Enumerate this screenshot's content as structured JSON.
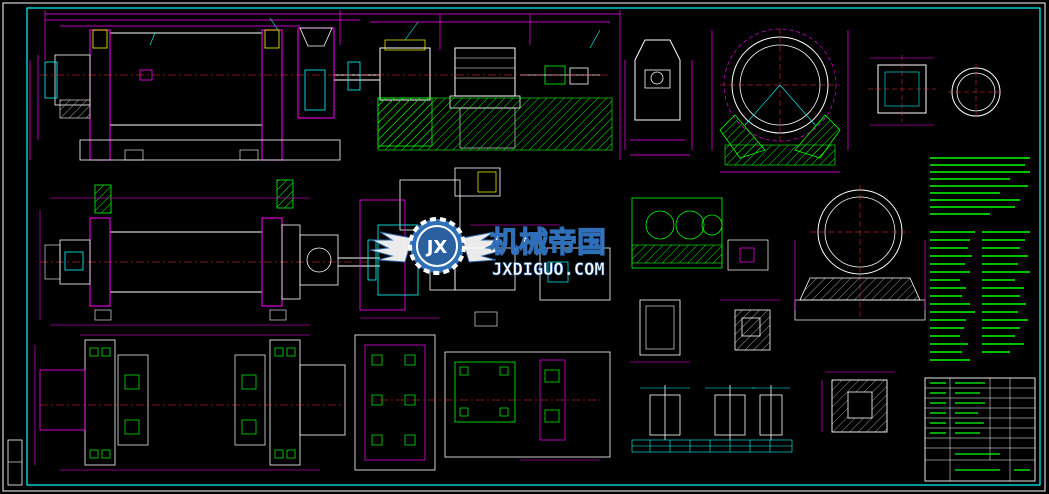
{
  "watermark": {
    "logo_letters": "JX",
    "brand": "机械帝国",
    "url": "JXDIGUO.COM"
  },
  "colors": {
    "background": "#000000",
    "frame": "#ffffff",
    "magenta": "#ff00ff",
    "cyan": "#00ffff",
    "green": "#00ff00",
    "yellow": "#ffff00",
    "blue": "#3050ff",
    "red": "#ff3030",
    "logo_blue": "#2f6fb8"
  }
}
